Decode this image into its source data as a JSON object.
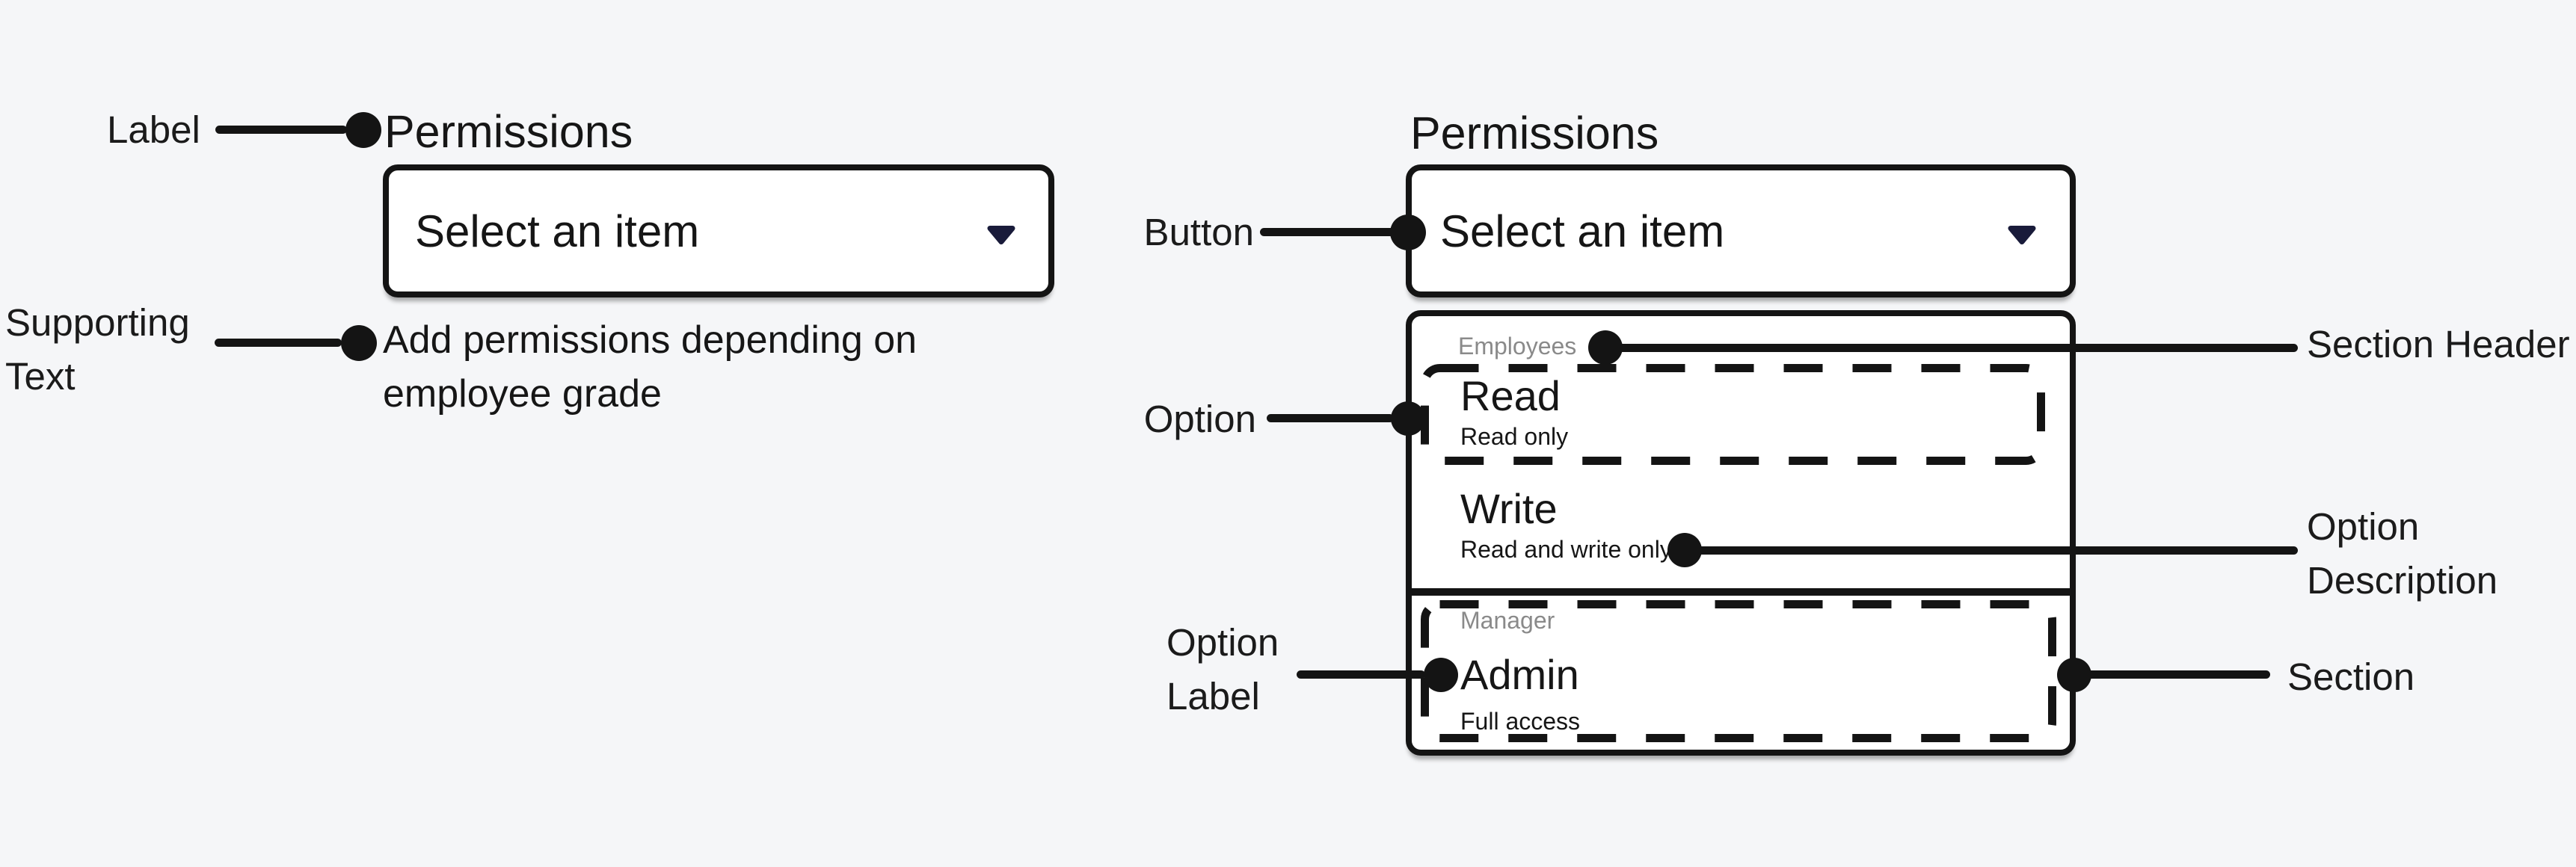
{
  "colors": {
    "background": "#f5f6f8",
    "ink": "#141414",
    "surface": "#ffffff",
    "muted_header": "#8a8a8a",
    "chevron_navy": "#191b3a"
  },
  "closed_select": {
    "label": "Permissions",
    "button_text": "Select an item",
    "supporting_lines": [
      "Add permissions depending on",
      "employee grade"
    ]
  },
  "open_select": {
    "label": "Permissions",
    "button_text": "Select an item",
    "menu": {
      "sections": [
        {
          "header": "Employees",
          "options": [
            {
              "label": "Read",
              "description": "Read only"
            },
            {
              "label": "Write",
              "description": "Read and write only"
            }
          ]
        },
        {
          "header": "Manager",
          "options": [
            {
              "label": "Admin",
              "description": "Full access"
            }
          ]
        }
      ]
    }
  },
  "annotations": {
    "label": "Label",
    "supporting_lines": [
      "Supporting",
      "Text"
    ],
    "button": "Button",
    "section_header": "Section Header",
    "option": "Option",
    "option_description_lines": [
      "Option",
      "Description"
    ],
    "option_label_lines": [
      "Option",
      "Label"
    ],
    "section": "Section"
  }
}
